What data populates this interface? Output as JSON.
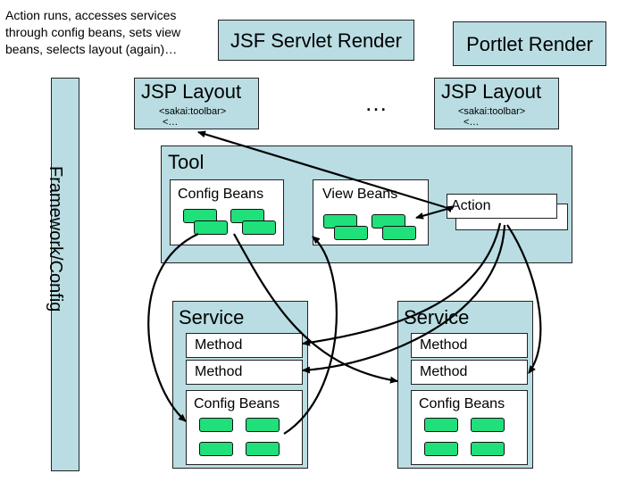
{
  "caption_lines": [
    "Action runs, accesses services",
    "through config beans, sets view",
    "beans, selects layout (again)…"
  ],
  "jsf_render": "JSF Servlet Render",
  "portlet_render": "Portlet Render",
  "left_layout": {
    "title": "JSP Layout",
    "line1": "<sakai:toolbar>",
    "line2": "<…"
  },
  "ellipsis": "…",
  "right_layout": {
    "title": "JSP Layout",
    "line1": "<sakai:toolbar>",
    "line2": "<…"
  },
  "framework_label": "Framework/Config",
  "tool": {
    "label": "Tool",
    "config_beans": "Config Beans",
    "view_beans": "View Beans",
    "action_front": "Action",
    "action_back": "Action"
  },
  "service_left": {
    "label": "Service",
    "method1": "Method",
    "method2": "Method",
    "config_beans": "Config Beans"
  },
  "service_right": {
    "label": "Service",
    "method1": "Method",
    "method2": "Method",
    "config_beans": "Config Beans"
  },
  "colors": {
    "panel": "#b9dde3",
    "bean": "#1fe07b"
  }
}
